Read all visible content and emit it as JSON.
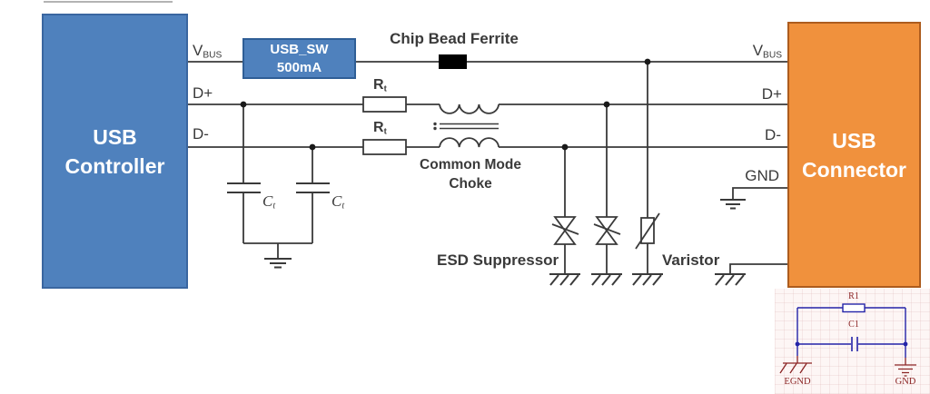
{
  "controller": {
    "line1": "USB",
    "line2": "Controller"
  },
  "connector": {
    "line1": "USB",
    "line2": "Connector"
  },
  "usb_sw": {
    "line1": "USB_SW",
    "line2": "500mA"
  },
  "pins": {
    "vbus": {
      "main": "V",
      "sub": "BUS"
    },
    "dplus": "D+",
    "dminus": "D-",
    "gnd": "GND"
  },
  "components": {
    "chip_bead_ferrite": "Chip Bead Ferrite",
    "rt": {
      "main": "R",
      "sub": "t"
    },
    "ct": {
      "main": "C",
      "sub": "t"
    },
    "common_mode_choke_line1": "Common Mode",
    "common_mode_choke_line2": "Choke",
    "esd_suppressor": "ESD Suppressor",
    "varistor": "Varistor"
  },
  "inset": {
    "r1": "R1",
    "c1": "C1",
    "egnd": "EGND",
    "gnd": "GND"
  },
  "colors": {
    "controller_fill": "#4f81bd",
    "controller_border": "#3a66a0",
    "connector_fill": "#f0913d",
    "connector_border": "#ad5c1e",
    "wire": "#3a3a3a",
    "label_text": "#3a3a3a",
    "ferrite_bead": "#000000",
    "inset_wire": "#2424a8",
    "inset_accent": "#8b2424",
    "inset_background": "#fdf6f5"
  }
}
